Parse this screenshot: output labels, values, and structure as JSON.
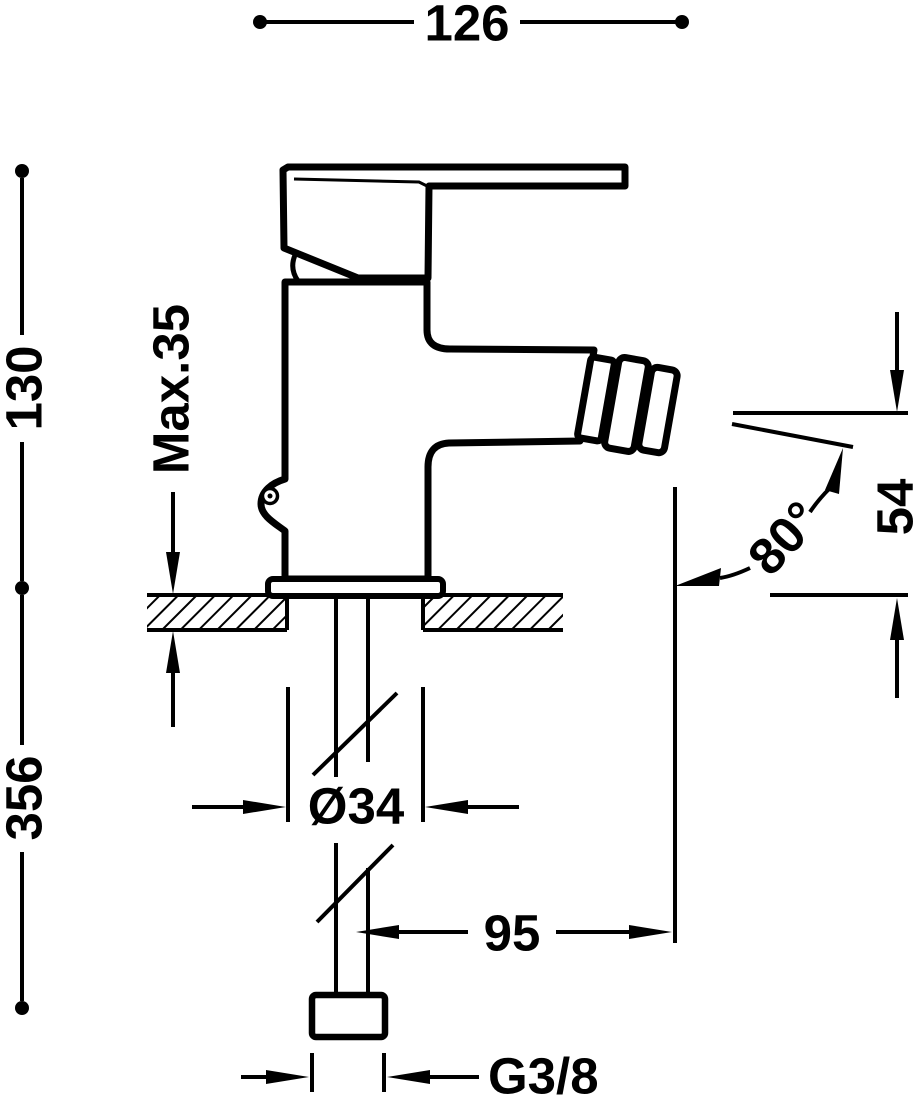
{
  "drawing": {
    "background": "#ffffff",
    "line_color": "#000000",
    "dimensions": {
      "overall_width": "126",
      "height_above_counter": "130",
      "height_below_counter": "356",
      "max_counter_thickness": "Max.35",
      "outlet_height": "54",
      "spout_angle": "80°",
      "hole_diameter": "Ø34",
      "outlet_reach": "95",
      "inlet_thread": "G3/8"
    }
  }
}
